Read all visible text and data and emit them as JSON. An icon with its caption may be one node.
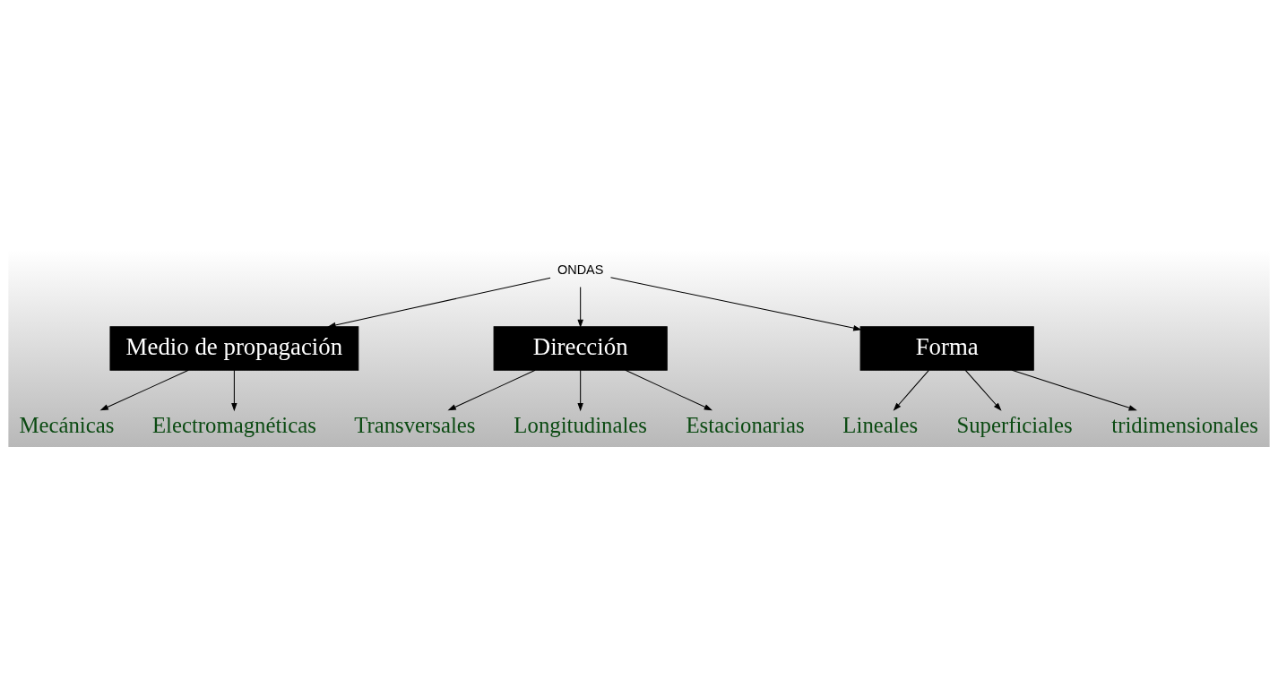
{
  "diagram": {
    "nodes": [
      {
        "text": [
          "ONDAS"
        ]
      },
      {
        "text": [
          "Medio de propagación"
        ]
      },
      {
        "text": [
          "Dirección"
        ]
      },
      {
        "text": [
          "Forma"
        ]
      },
      {
        "text": [
          "Mecánicas"
        ]
      },
      {
        "text": [
          "Electromagnéticas"
        ]
      },
      {
        "text": [
          "Transversales"
        ]
      },
      {
        "text": [
          "Longitudinales"
        ]
      },
      {
        "text": [
          "Estacionarias"
        ]
      },
      {
        "text": [
          "Lineales"
        ]
      },
      {
        "text": [
          "Superficiales"
        ]
      },
      {
        "text": [
          "tridimensionales"
        ]
      }
    ],
    "edges": [
      {
        "from": 0,
        "to": 1,
        "arrow": "to"
      },
      {
        "from": 0,
        "to": 2,
        "arrow": "to"
      },
      {
        "from": 0,
        "to": 3,
        "arrow": "to"
      },
      {
        "from": 1,
        "to": 4,
        "arrow": "to"
      },
      {
        "from": 1,
        "to": 5,
        "arrow": "to"
      },
      {
        "from": 2,
        "to": 6,
        "arrow": "to"
      },
      {
        "from": 2,
        "to": 7,
        "arrow": "to"
      },
      {
        "from": 2,
        "to": 8,
        "arrow": "to"
      },
      {
        "from": 3,
        "to": 9,
        "arrow": "to"
      },
      {
        "from": 3,
        "to": 10,
        "arrow": "to"
      },
      {
        "from": 3,
        "to": 11,
        "arrow": "to"
      }
    ]
  }
}
